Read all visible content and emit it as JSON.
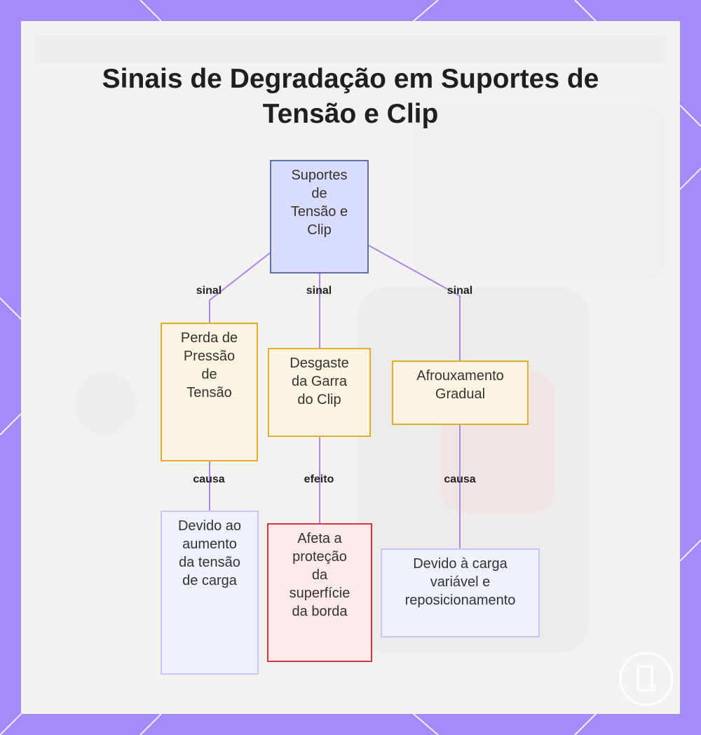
{
  "diagram": {
    "title_lines": [
      "Sinais de Degradação em Suportes de",
      "Tensão e Clip"
    ],
    "nodes": {
      "root": {
        "lines": [
          "Suportes",
          "de",
          "Tensão e",
          "Clip"
        ]
      },
      "perda": {
        "lines": [
          "Perda de",
          "Pressão",
          "de",
          "Tensão"
        ]
      },
      "desgaste": {
        "lines": [
          "Desgaste",
          "da Garra",
          "do Clip"
        ]
      },
      "afrouxamento": {
        "lines": [
          "Afrouxamento",
          "Gradual"
        ]
      },
      "devido_aumento": {
        "lines": [
          "Devido ao",
          "aumento",
          "da tensão",
          "de carga"
        ]
      },
      "afeta": {
        "lines": [
          "Afeta a",
          "proteção",
          "da",
          "superfície",
          "da borda"
        ]
      },
      "devido_carga": {
        "lines": [
          "Devido à carga",
          "variável e",
          "reposicionamento"
        ]
      }
    },
    "edge_labels": {
      "sinal_left": "sinal",
      "sinal_center": "sinal",
      "sinal_right": "sinal",
      "causa_left": "causa",
      "efeito_center": "efeito",
      "causa_right": "causa"
    },
    "colors": {
      "frame": "#a08bf8",
      "edge": "#a48be8",
      "root_fill": "#d9dcfd",
      "root_border": "#5c6fb8",
      "warn_fill": "#fdf4e2",
      "warn_border": "#e5ad2a",
      "info_fill": "#eff1fd",
      "info_border": "#c3c9f3",
      "alert_fill": "#fde9ea",
      "alert_border": "#d8373f"
    }
  }
}
